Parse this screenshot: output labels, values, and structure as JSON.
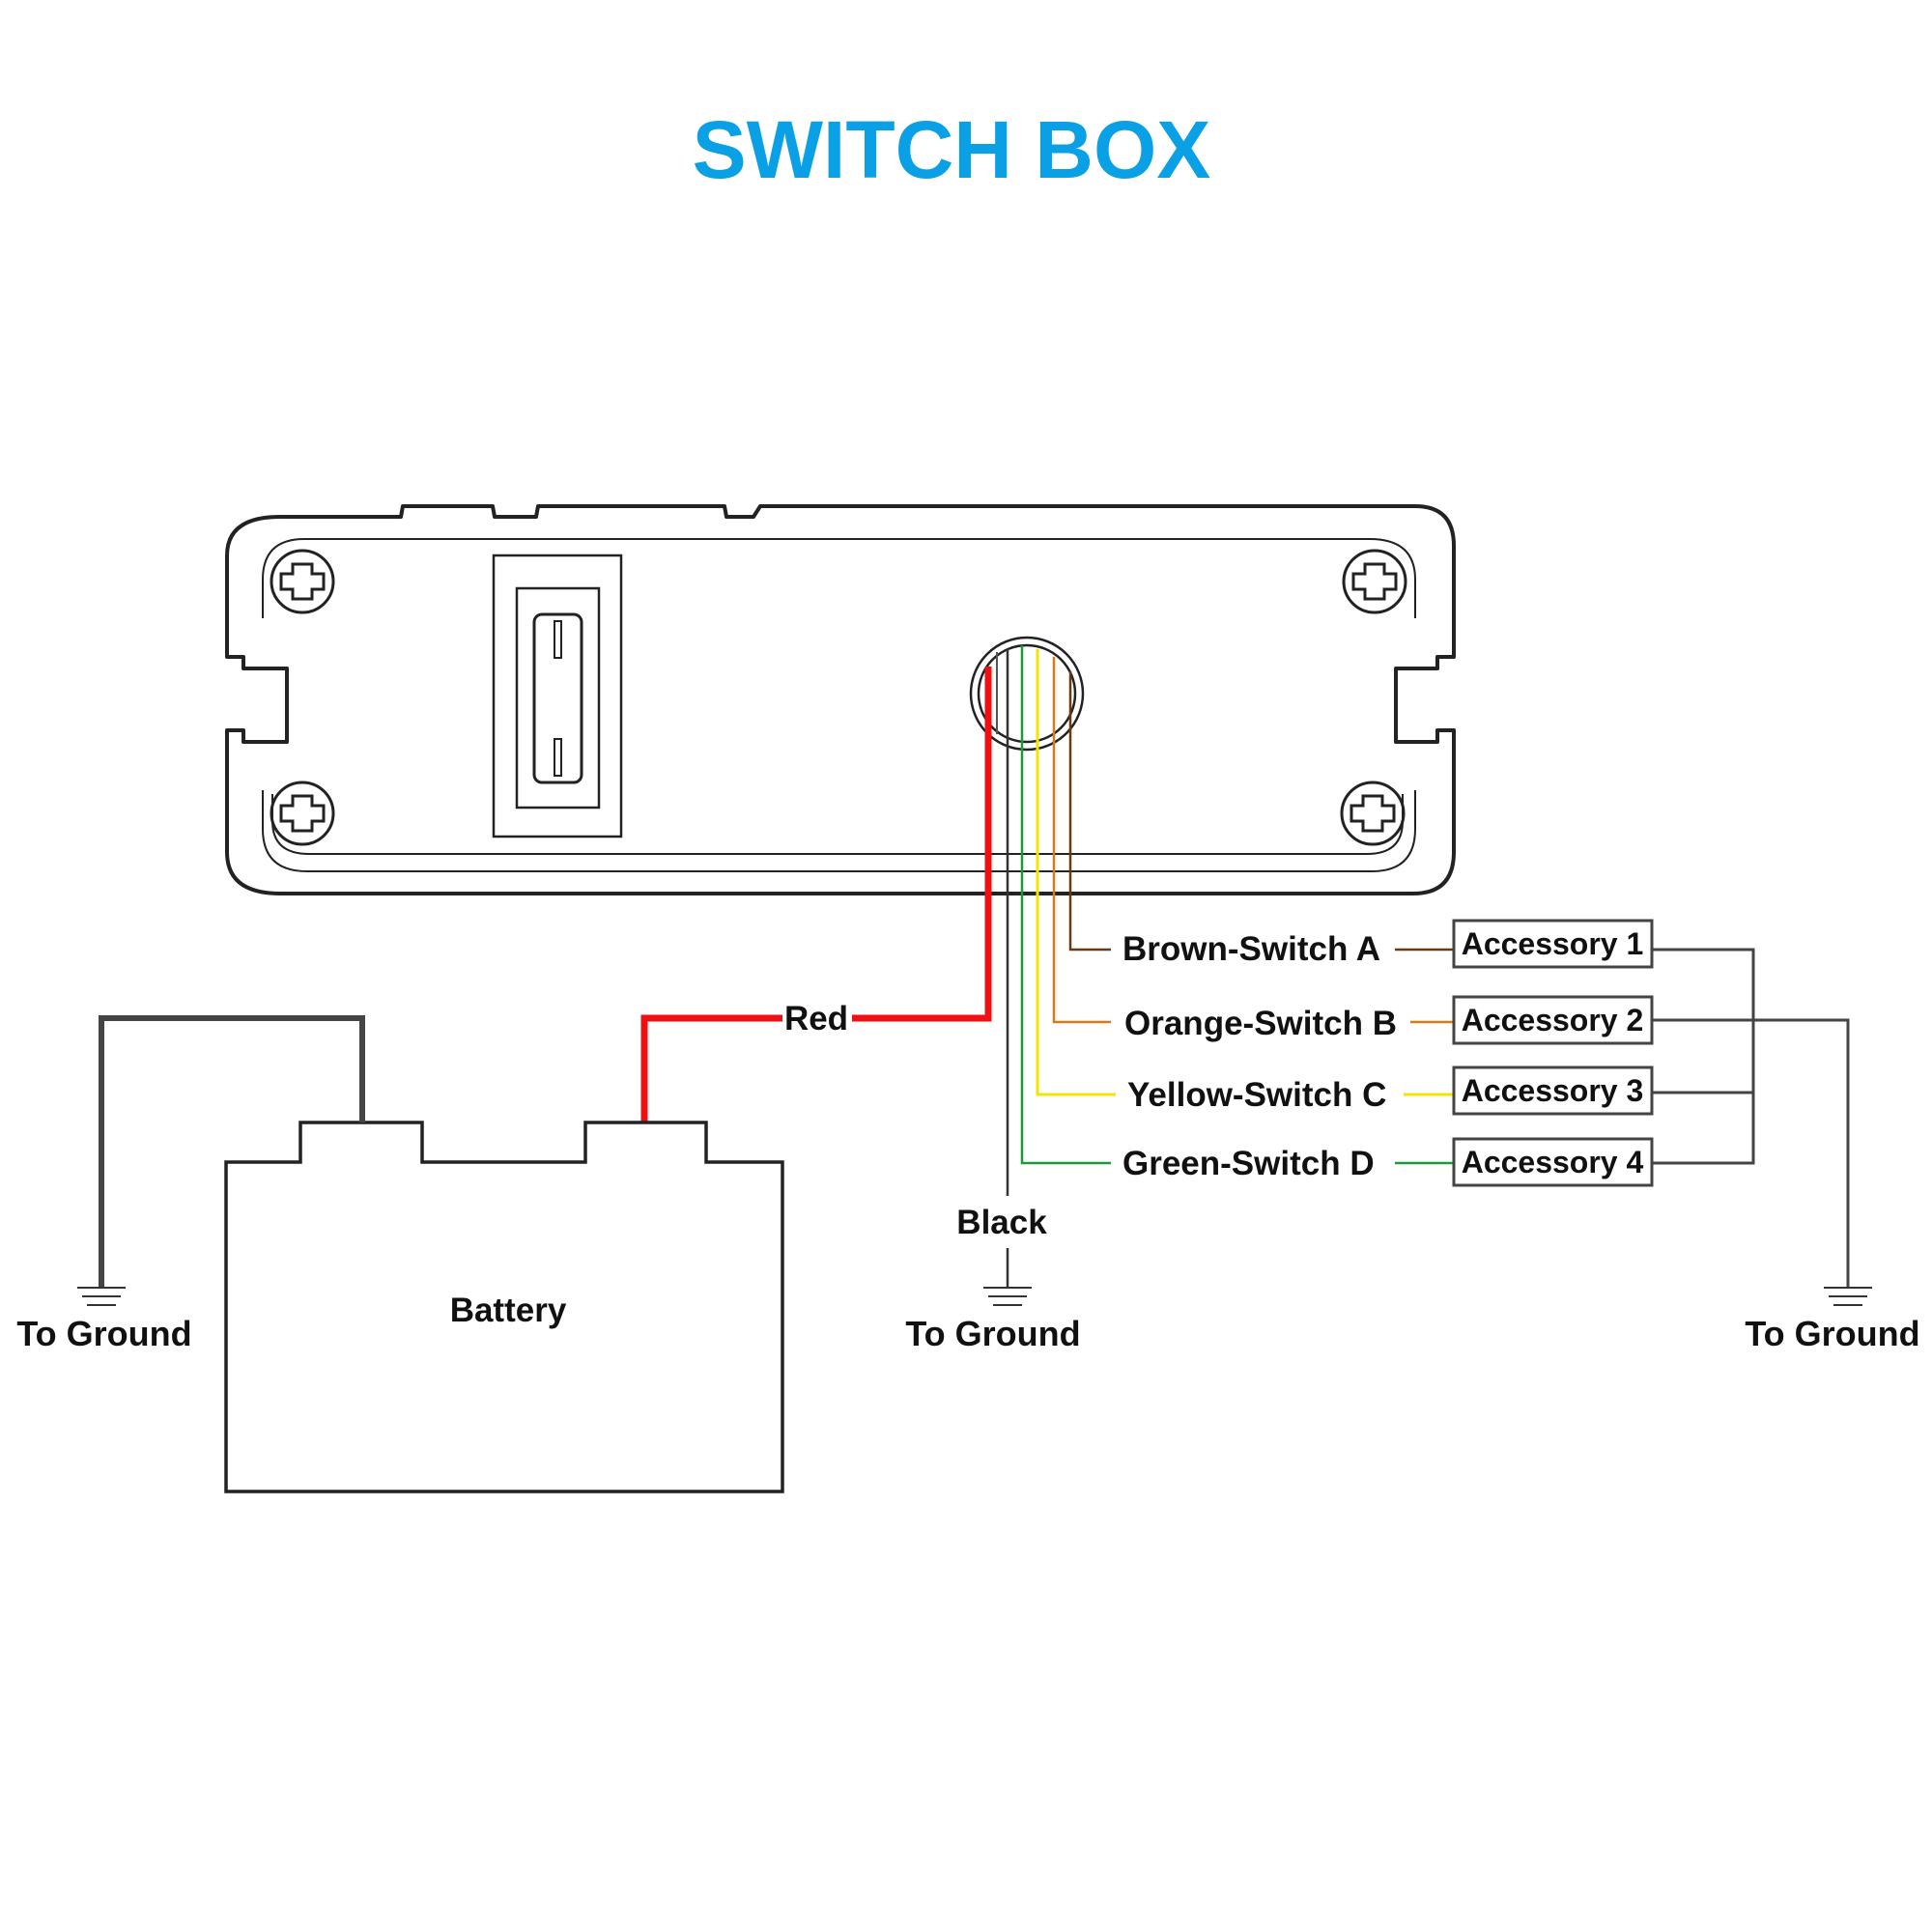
{
  "title": "SWITCH BOX",
  "colors": {
    "title": "#0aa0e6",
    "outline": "#222222",
    "red": "#ee1111",
    "black": "#333333",
    "brown": "#6b3a12",
    "orange": "#d97a1a",
    "yellow": "#f2e600",
    "green": "#1a9a3a"
  },
  "wires": {
    "red": "Red",
    "black": "Black",
    "brown": "Brown-Switch A",
    "orange": "Orange-Switch B",
    "yellow": "Yellow-Switch C",
    "green": "Green-Switch D"
  },
  "accessories": [
    "Accessory 1",
    "Accessory 2",
    "Accessory 3",
    "Accessory 4"
  ],
  "battery": "Battery",
  "ground": [
    "To Ground",
    "To Ground",
    "To Ground"
  ]
}
